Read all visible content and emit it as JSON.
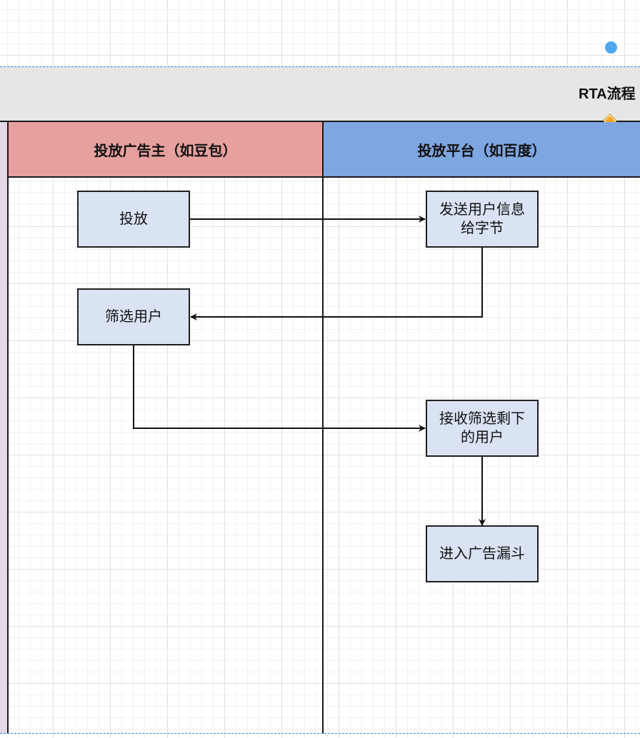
{
  "pool": {
    "title": "RTA流程"
  },
  "lanes": [
    {
      "label": "投放广告主（如豆包）"
    },
    {
      "label": "投放平台（如百度）"
    }
  ],
  "nodes": {
    "deliver": "投放",
    "send_user_info": "发送用户信息\n给字节",
    "filter_users": "筛选用户",
    "receive_filtered": "接收筛选剩下\n的用户",
    "enter_funnel": "进入广告漏斗"
  },
  "colors": {
    "lane_advertiser": "#e6a09d",
    "lane_platform": "#7ea6e0",
    "node_fill": "#dae3f3",
    "pool_header": "#e6e6e6",
    "left_strip": "#e5d9e8",
    "selection_dot": "#4ea8f0",
    "resize_handle": "#f5a623"
  }
}
